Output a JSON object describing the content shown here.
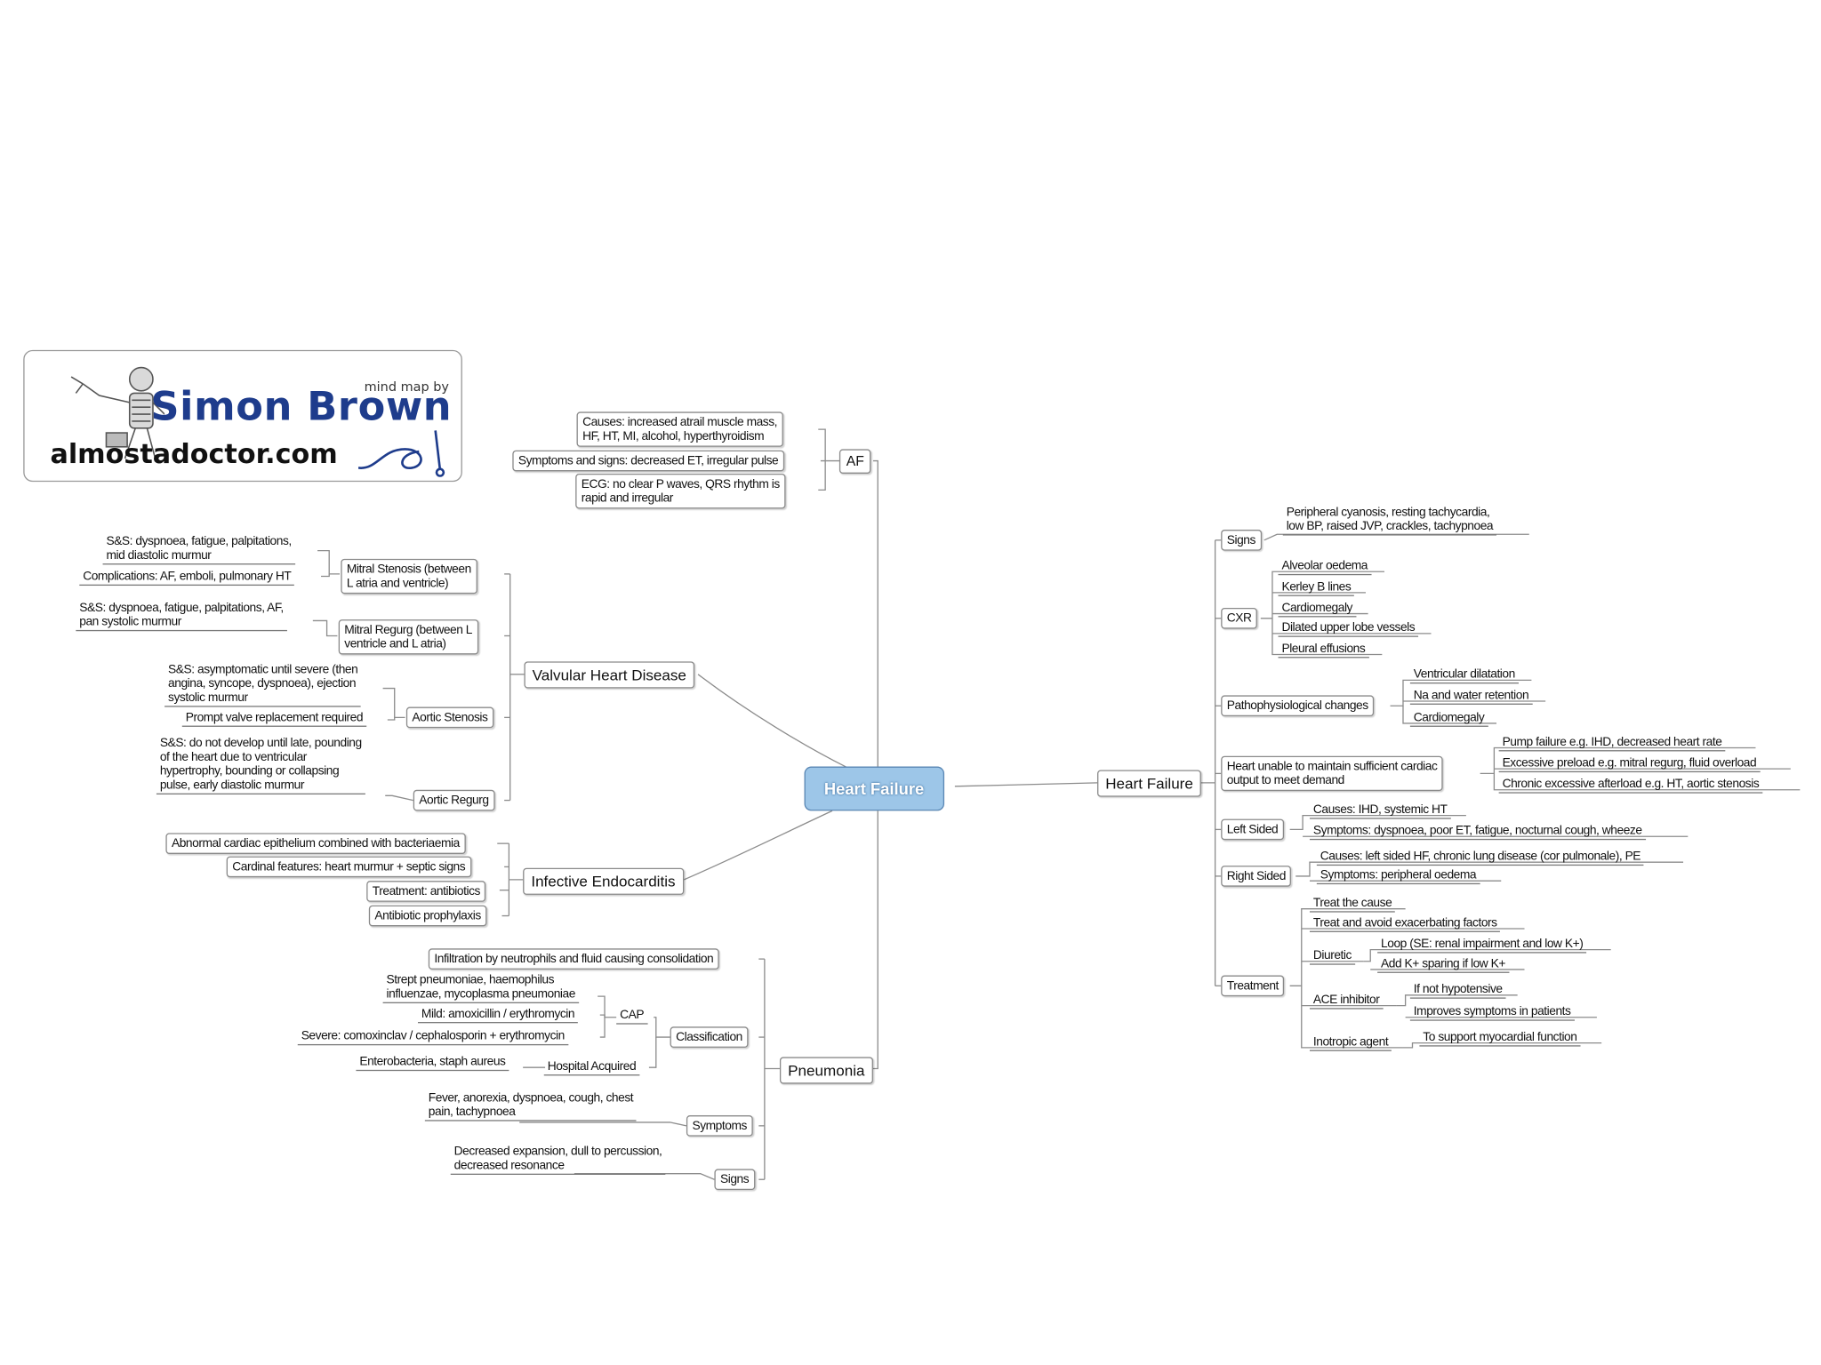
{
  "logo": {
    "line1": "mind map by",
    "line2": "Simon Brown",
    "site": "almostadoctor.com"
  },
  "center": "Heart Failure",
  "af": {
    "label": "AF",
    "causes": "Causes: increased atrail muscle mass,\nHF, HT, MI, alcohol, hyperthyroidism",
    "symptoms": "Symptoms and signs: decreased ET, irregular pulse",
    "ecg": "ECG: no clear P waves, QRS rhythm is\nrapid and irregular"
  },
  "valvular": {
    "label": "Valvular Heart Disease",
    "mitral_stenosis": "Mitral Stenosis (between\nL atria and ventricle)",
    "ms_ss": "S&S: dyspnoea, fatigue, palpitations,\nmid diastolic murmur",
    "ms_comp": "Complications: AF, emboli, pulmonary HT",
    "mitral_regurg": "Mitral Regurg (between L\nventricle and L atria)",
    "mr_ss": "S&S: dyspnoea, fatigue, palpitations, AF,\npan systolic murmur",
    "aortic_stenosis": "Aortic Stenosis",
    "as_ss": "S&S: asymptomatic until severe (then\nangina, syncope, dyspnoea), ejection\nsystolic murmur",
    "as_tx": "Prompt valve replacement required",
    "aortic_regurg": "Aortic Regurg",
    "ar_ss": "S&S: do not develop until late, pounding\nof the heart due to ventricular\nhypertrophy, bounding or collapsing\npulse, early diastolic murmur"
  },
  "endocarditis": {
    "label": "Infective Endocarditis",
    "items": [
      "Abnormal cardiac epithelium combined with bacteriaemia",
      "Cardinal features: heart murmur + septic signs",
      "Treatment: antibiotics",
      "Antibiotic prophylaxis"
    ]
  },
  "pneumonia": {
    "label": "Pneumonia",
    "infiltration": "Infiltration by neutrophils and fluid causing consolidation",
    "classification": "Classification",
    "cap": "CAP",
    "cap_org": "Strept pneumoniae, haemophilus\ninfluenzae, mycoplasma pneumoniae",
    "cap_mild": "Mild: amoxicillin / erythromycin",
    "cap_severe": "Severe: comoxinclav / cephalosporin + erythromycin",
    "hospital": "Hospital Acquired",
    "hosp_org": "Enterobacteria, staph aureus",
    "symptoms": "Symptoms",
    "symptoms_text": "Fever, anorexia, dyspnoea, cough, chest\npain, tachypnoea",
    "signs": "Signs",
    "signs_text": "Decreased expansion, dull to percussion,\ndecreased resonance"
  },
  "hf": {
    "label": "Heart Failure",
    "signs": "Signs",
    "signs_text": "Peripheral cyanosis, resting tachycardia,\nlow BP, raised JVP, crackles, tachypnoea",
    "cxr": "CXR",
    "cxr_items": [
      "Alveolar oedema",
      "Kerley B lines",
      "Cardiomegaly",
      "Dilated upper lobe vessels",
      "Pleural effusions"
    ],
    "patho": "Pathophysiological changes",
    "patho_items": [
      "Ventricular dilatation",
      "Na and water retention",
      "Cardiomegaly"
    ],
    "unable": "Heart unable to maintain sufficient cardiac\noutput to meet demand",
    "unable_items": [
      "Pump failure e.g. IHD, decreased heart rate",
      "Excessive preload e.g. mitral regurg, fluid overload",
      "Chronic excessive afterload e.g. HT, aortic stenosis"
    ],
    "left": "Left Sided",
    "left_items": [
      "Causes: IHD, systemic HT",
      "Symptoms: dyspnoea, poor ET, fatigue, nocturnal cough, wheeze"
    ],
    "right": "Right Sided",
    "right_items": [
      "Causes: left sided HF, chronic lung disease (cor pulmonale), PE",
      "Symptoms: peripheral oedema"
    ],
    "treatment": "Treatment",
    "tx_cause": "Treat the cause",
    "tx_factors": "Treat and avoid exacerbating factors",
    "diuretic": "Diuretic",
    "diuretic_items": [
      "Loop (SE: renal impairment and low K+)",
      "Add K+ sparing if low K+"
    ],
    "ace": "ACE inhibitor",
    "ace_items": [
      "If not hypotensive",
      "Improves symptoms in patients"
    ],
    "inotropic": "Inotropic agent",
    "inotropic_item": "To support myocardial function"
  }
}
